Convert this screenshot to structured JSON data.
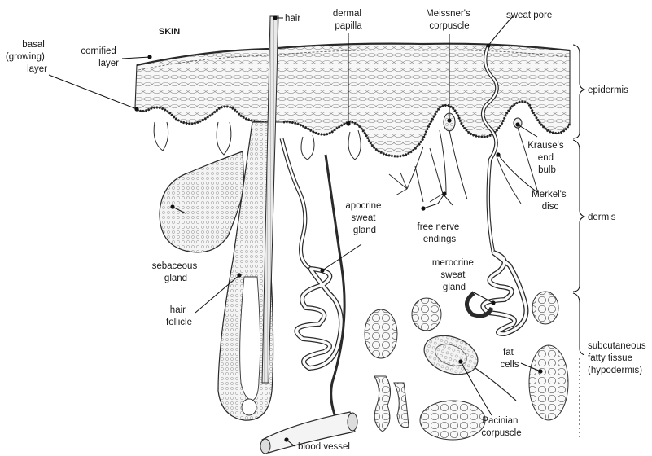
{
  "title": "SKIN",
  "labels": {
    "basal": [
      "basal",
      "(growing)",
      "layer"
    ],
    "cornified": [
      "cornified",
      "layer"
    ],
    "hair": "hair",
    "dermal_papilla": [
      "dermal",
      "papilla"
    ],
    "meissner": [
      "Meissner's",
      "corpuscle"
    ],
    "sweat_pore": "sweat pore",
    "epidermis": "epidermis",
    "krause": [
      "Krause's",
      "end",
      "bulb"
    ],
    "merkel": [
      "Merkel's",
      "disc"
    ],
    "dermis": "dermis",
    "apocrine": [
      "apocrine",
      "sweat",
      "gland"
    ],
    "free_nerve": [
      "free nerve",
      "endings"
    ],
    "sebaceous": [
      "sebaceous",
      "gland"
    ],
    "merocrine": [
      "merocrine",
      "sweat",
      "gland"
    ],
    "hair_follicle": [
      "hair",
      "follicle"
    ],
    "subcutaneous": [
      "subcutaneous",
      "fatty tissue",
      "(hypodermis)"
    ],
    "fat_cells": [
      "fat",
      "cells"
    ],
    "pacinian": [
      "Pacinian",
      "corpuscle"
    ],
    "blood_vessel": "blood vessel"
  },
  "colors": {
    "ink": "#2a2a2a",
    "tissue": "#f3f3f3",
    "background": "#ffffff"
  }
}
